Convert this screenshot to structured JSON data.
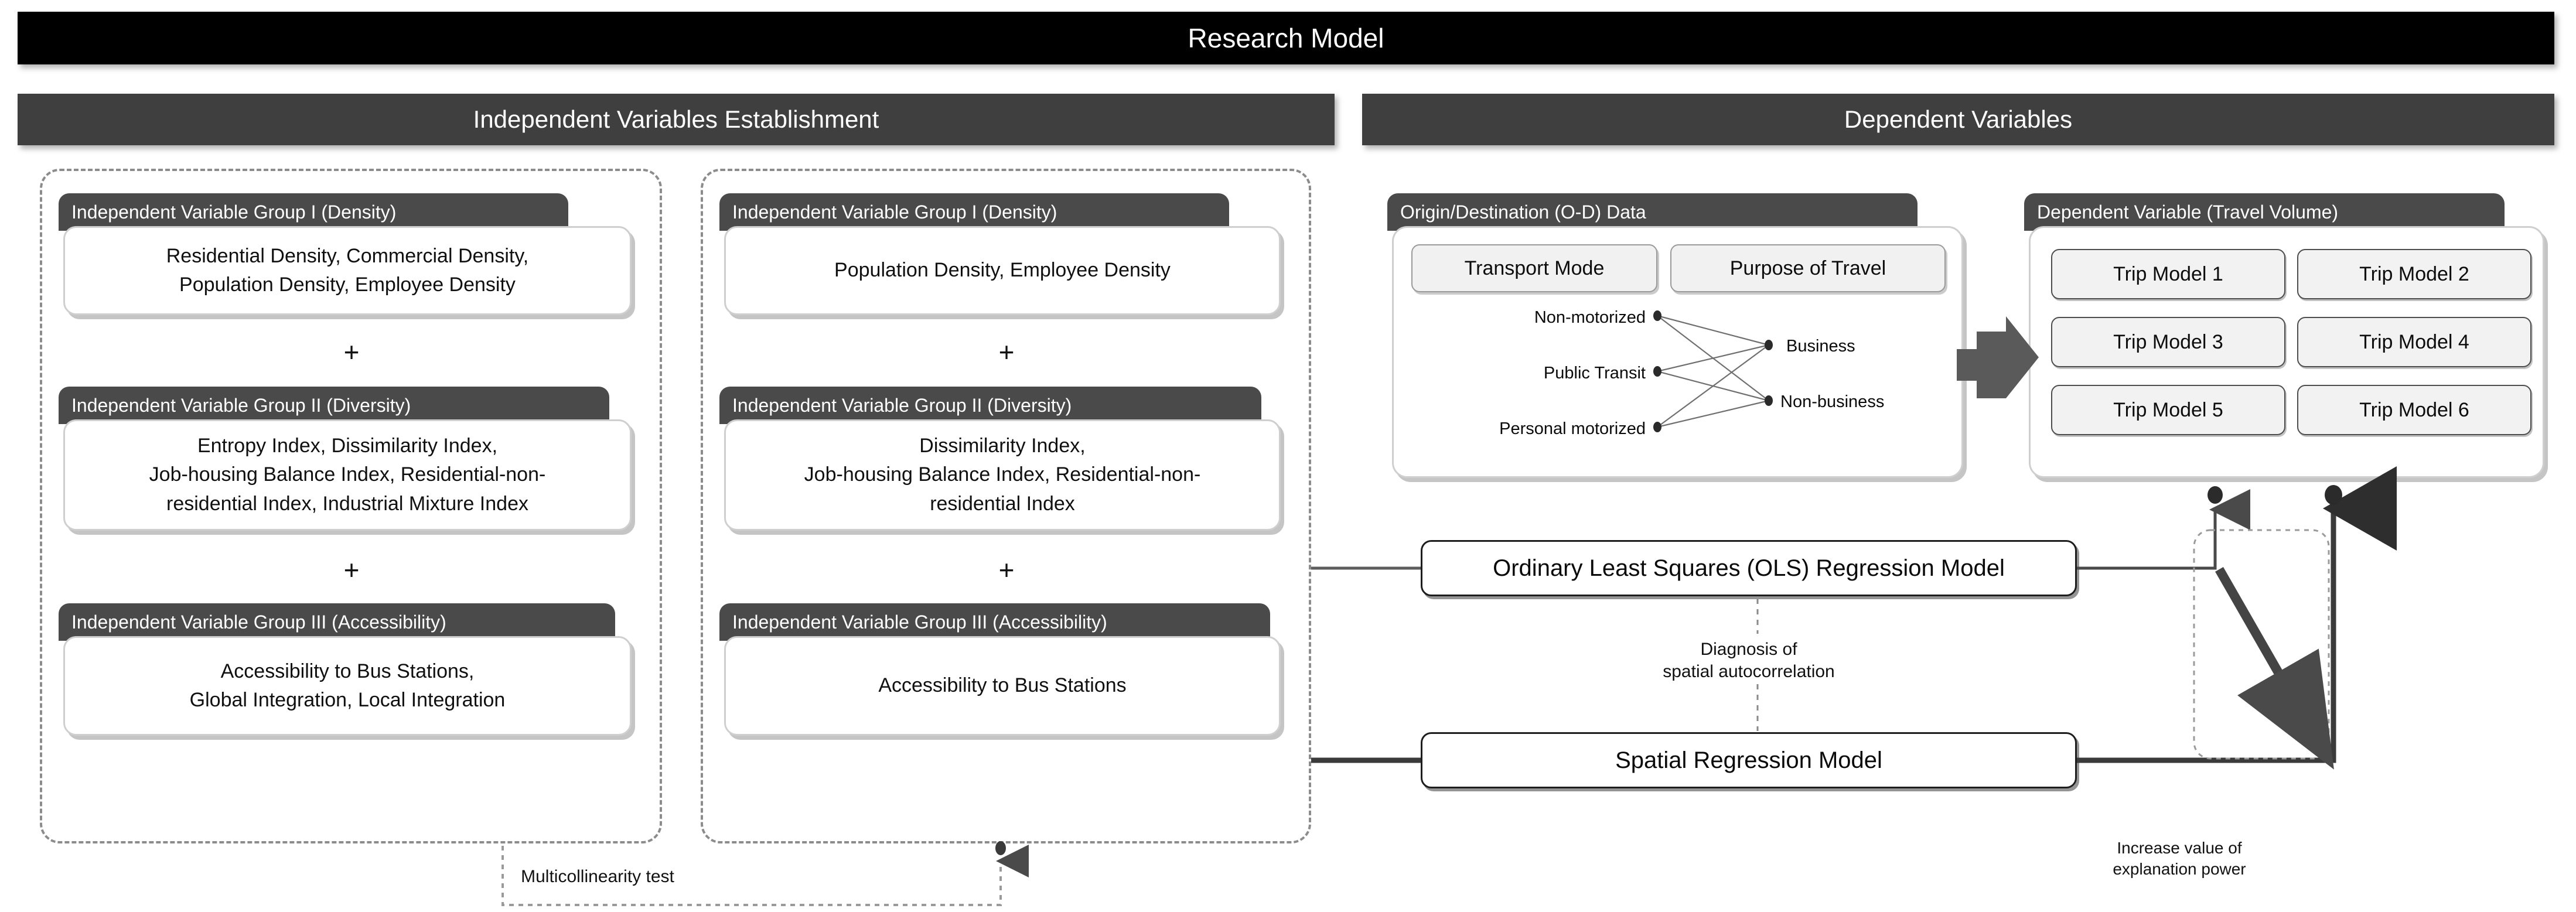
{
  "header": {
    "title": "Research Model"
  },
  "sections": {
    "independent": "Independent Variables Establishment",
    "dependent": "Dependent Variables"
  },
  "column_full": {
    "groups": [
      {
        "head": "Independent Variable Group I (Density)",
        "body": "Residential Density, Commercial Density,\nPopulation Density, Employee Density"
      },
      {
        "head": "Independent Variable Group II (Diversity)",
        "body": "Entropy Index, Dissimilarity Index,\nJob-housing Balance Index, Residential-non-\nresidential Index, Industrial Mixture Index"
      },
      {
        "head": "Independent Variable Group III (Accessibility)",
        "body": "Accessibility to Bus Stations,\nGlobal Integration, Local Integration"
      }
    ],
    "operator": "+"
  },
  "column_reduced": {
    "groups": [
      {
        "head": "Independent Variable Group I (Density)",
        "body": "Population Density, Employee Density"
      },
      {
        "head": "Independent Variable Group II (Diversity)",
        "body": "Dissimilarity Index,\nJob-housing Balance Index, Residential-non-\nresidential Index"
      },
      {
        "head": "Independent Variable Group III (Accessibility)",
        "body": "Accessibility to Bus Stations"
      }
    ],
    "operator": "+"
  },
  "multicollinearity": {
    "label": "Multicollinearity test"
  },
  "od_panel": {
    "head": "Origin/Destination (O-D) Data",
    "chips": [
      "Transport Mode",
      "Purpose of Travel"
    ],
    "modes": [
      "Non-motorized",
      "Public Transit",
      "Personal motorized"
    ],
    "purposes": [
      "Business",
      "Non-business"
    ]
  },
  "dependent_panel": {
    "head": "Dependent Variable (Travel Volume)",
    "models": [
      "Trip Model 1",
      "Trip Model 2",
      "Trip Model 3",
      "Trip Model 4",
      "Trip Model 5",
      "Trip Model 6"
    ]
  },
  "models": {
    "ols": "Ordinary Least Squares (OLS) Regression Model",
    "spatial": "Spatial Regression Model",
    "diagnosis": "Diagnosis of\nspatial autocorrelation",
    "increase": "Increase value of\nexplanation power"
  },
  "colors": {
    "title_bar": "#000000",
    "section_bar": "#3f3f3f",
    "group_head": "#4a4a4a",
    "chip_fill": "#f1f1f1",
    "dashed_border": "#8c8c8c",
    "arrow": "#4d4d4d"
  }
}
